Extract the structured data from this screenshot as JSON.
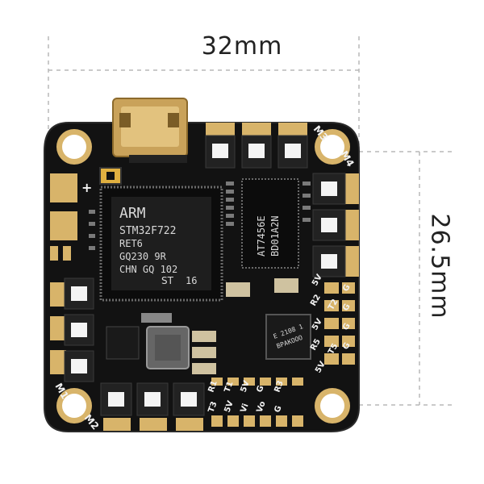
{
  "dimensions": {
    "width_label": "32mm",
    "height_label": "26.5mm"
  },
  "mcu": {
    "brand": "ARM",
    "line1": "STM32F722",
    "line2": "RET6",
    "line3": "GQ230 9R",
    "line4": "CHN GQ 102",
    "year": "16"
  },
  "aux_chip": {
    "line1": "AT7456E",
    "line2": "BD01A2N"
  },
  "small_chip": {
    "line1": "E 2108 1",
    "line2": "BPAKOOO"
  },
  "motor_labels": {
    "m1": "M1",
    "m2": "M2",
    "m3": "M3",
    "m4": "M4"
  },
  "power_labels": {
    "plus": "+"
  },
  "right_pads": [
    "5V",
    "R2",
    "T2",
    "5V",
    "R5",
    "T5",
    "5V",
    "G",
    "G",
    "G",
    "G"
  ],
  "bottom_pads": [
    "R1",
    "T1",
    "5V",
    "G",
    "R3",
    "T3",
    "5V",
    "Vi",
    "Vo",
    "G"
  ],
  "colors": {
    "board": "#121212",
    "gold": "#d8b46a",
    "silkscreen": "#f2f2f2",
    "dimension_line": "#aaaaaa"
  }
}
